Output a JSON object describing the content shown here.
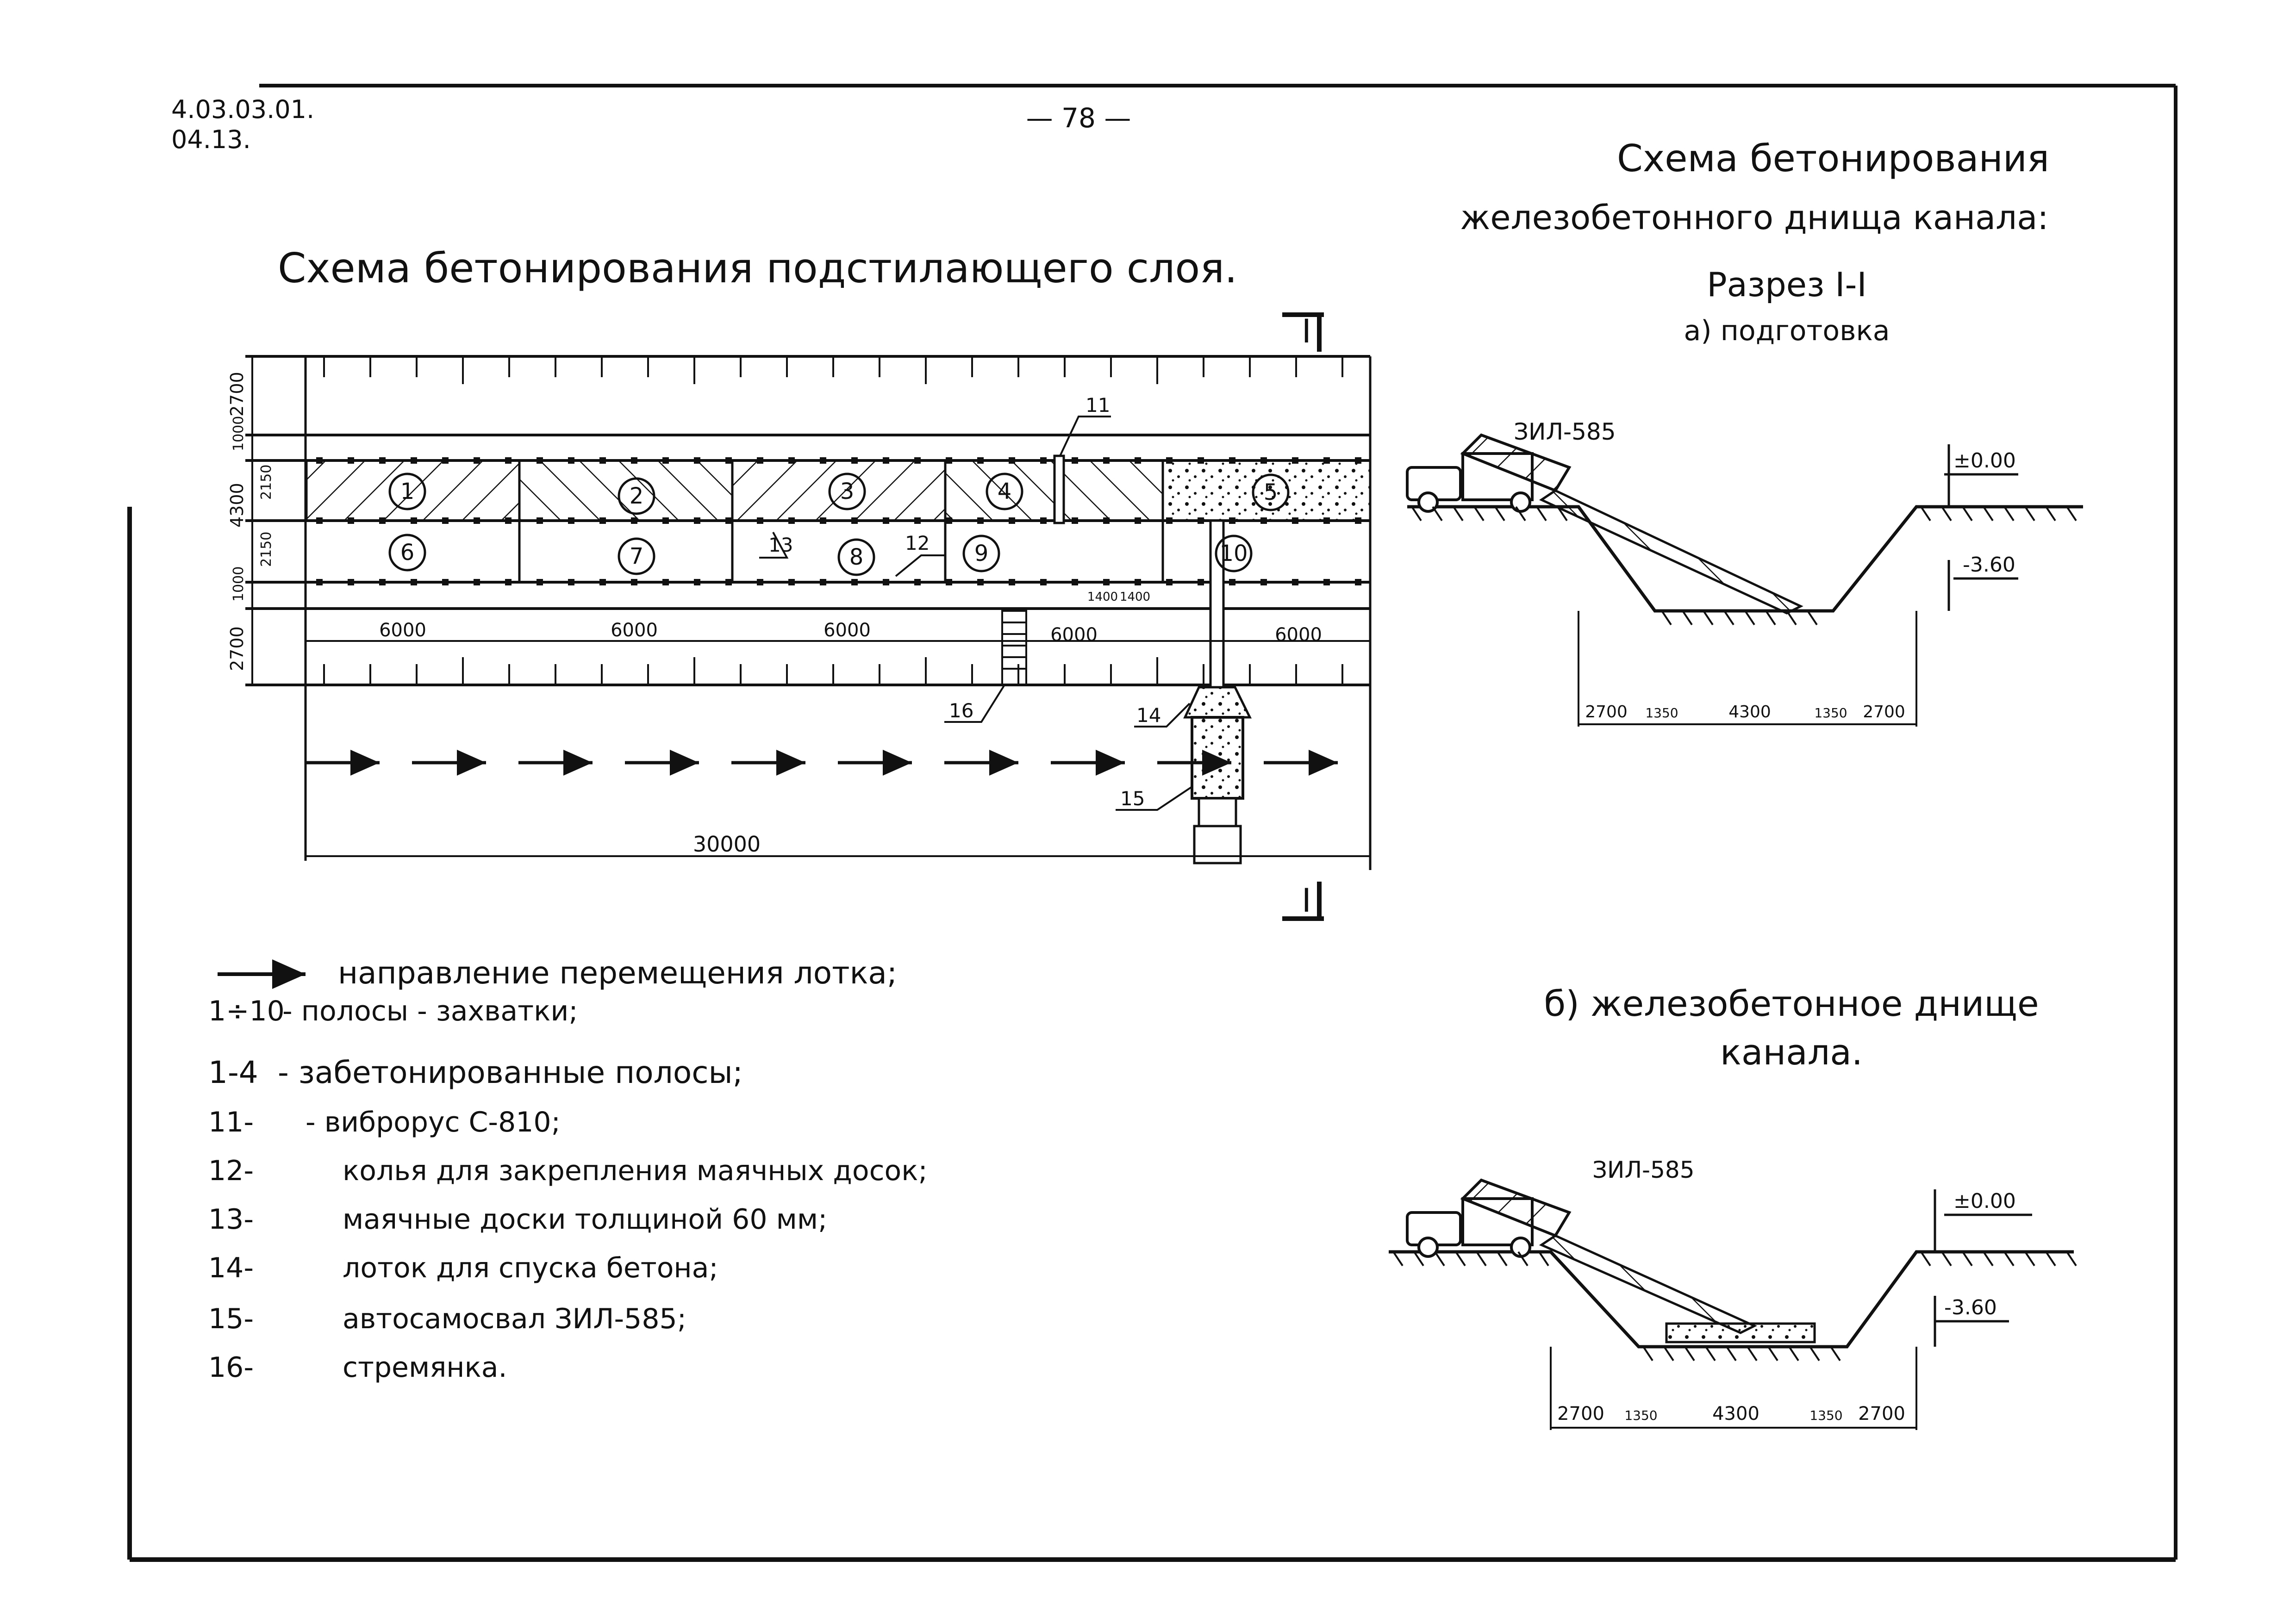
{
  "header": {
    "doc_code_line1": "4.03.03.01.",
    "doc_code_line2": "04.13.",
    "page_number": "— 78 —"
  },
  "left_scheme": {
    "title": "Схема бетонирования подстилающего слоя.",
    "section_mark": "I",
    "dims_left": [
      "2700",
      "1000",
      "2150",
      "4300",
      "2150",
      "1000",
      "2700"
    ],
    "bay_width_labels": [
      "6000",
      "6000",
      "6000",
      "6000",
      "6000"
    ],
    "stake_spacing": [
      "1400",
      "1400"
    ],
    "overall_length": "30000",
    "strip_numbers": [
      "1",
      "2",
      "3",
      "4",
      "5",
      "6",
      "7",
      "8",
      "9",
      "10"
    ],
    "callouts": [
      "11",
      "12",
      "13",
      "14",
      "15",
      "16"
    ]
  },
  "right_scheme": {
    "title_line1": "Схема бетонирования",
    "title_line2": "железобетонного днища канала:",
    "section_title": "Разрез I-I",
    "part_a_title": "а) подготовка",
    "part_b_title_line1": "б) железобетонное днище",
    "part_b_title_line2": "канала.",
    "truck_label": "ЗИЛ-585",
    "level_top": "±0.00",
    "level_bottom": "-3.60",
    "dims_bottom": [
      "2700",
      "1350",
      "4300",
      "1350",
      "2700"
    ]
  },
  "legend": [
    {
      "key": "",
      "text": "направление перемещения лотка;"
    },
    {
      "key": "1÷10",
      "text": "- полосы - захватки;"
    },
    {
      "key": "1-4",
      "text": "- забетонированные полосы;"
    },
    {
      "key": "11-",
      "text": "- виброрус С-810;"
    },
    {
      "key": "12-",
      "text": "колья для закрепления маячных досок;"
    },
    {
      "key": "13-",
      "text": "маячные доски толщиной 60 мм;"
    },
    {
      "key": "14-",
      "text": "лоток для спуска бетона;"
    },
    {
      "key": "15-",
      "text": "автосамосвал ЗИЛ-585;"
    },
    {
      "key": "16-",
      "text": "стремянка."
    }
  ],
  "colors": {
    "ink": "#111111",
    "paper": "#ffffff"
  }
}
